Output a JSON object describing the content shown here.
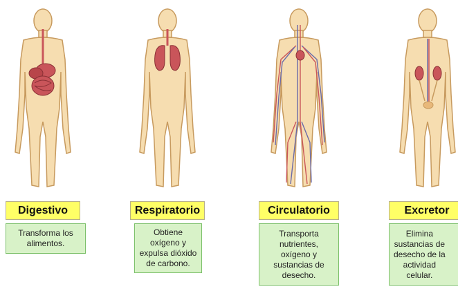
{
  "systems": [
    {
      "name": "Digestivo",
      "lines": [
        "Transforma los",
        "alimentos."
      ]
    },
    {
      "name": "Respiratorio",
      "lines": [
        "Obtiene",
        "oxígeno y",
        "expulsa dióxido",
        "de carbono."
      ]
    },
    {
      "name": "Circulatorio",
      "lines": [
        "Transporta",
        "nutrientes,",
        "oxígeno y",
        "sustancias de",
        "desecho."
      ]
    },
    {
      "name": "Excretor",
      "lines": [
        "Elimina",
        "sustancias de",
        "desecho de la",
        "actividad",
        "celular."
      ]
    }
  ],
  "colors": {
    "skin": "#f6ddb0",
    "outline": "#c79a5e",
    "organ": "#c9555a",
    "vein": "#6a6aa8",
    "title_bg": "#ffff66",
    "desc_bg": "#d8f2c8",
    "desc_border": "#7cc06a"
  }
}
